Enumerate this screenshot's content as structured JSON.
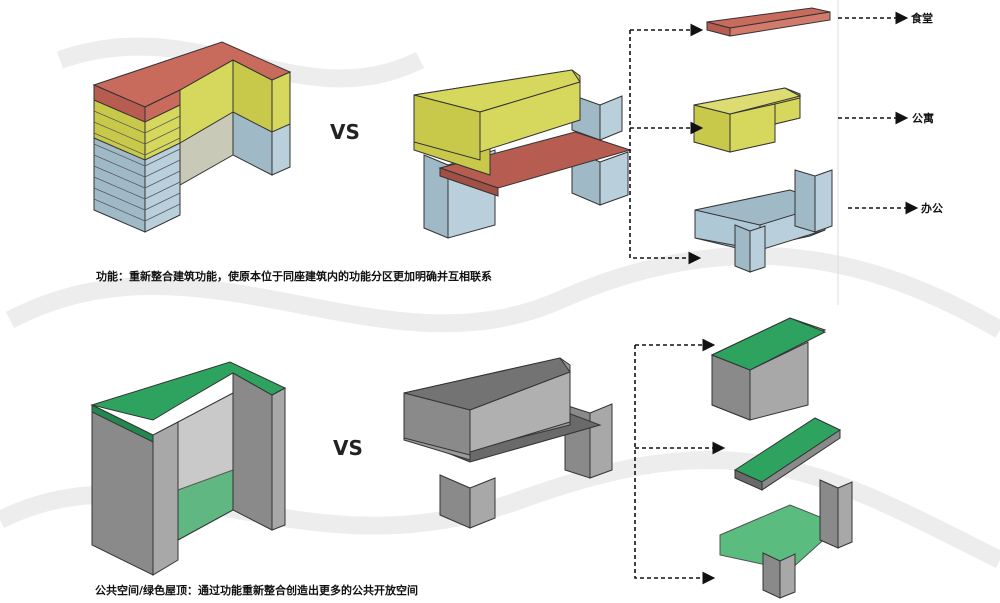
{
  "vs_label": "VS",
  "captions": {
    "function": "功能：重新整合建筑功能，使原本位于同座建筑内的功能分区更加明确并互相联系",
    "public": "公共空间/绿色屋顶：通过功能重新整合创造出更多的公共开放空间"
  },
  "labels": {
    "canteen": "食堂",
    "apartment": "公寓",
    "office": "办公"
  },
  "colors": {
    "canteen": "#c86a5c",
    "apartment": "#cfd15a",
    "office": "#aec8d6",
    "grey_block": "#9a9a9a",
    "dark_block": "#6f6f6f",
    "green_roof": "#3fb16b"
  }
}
